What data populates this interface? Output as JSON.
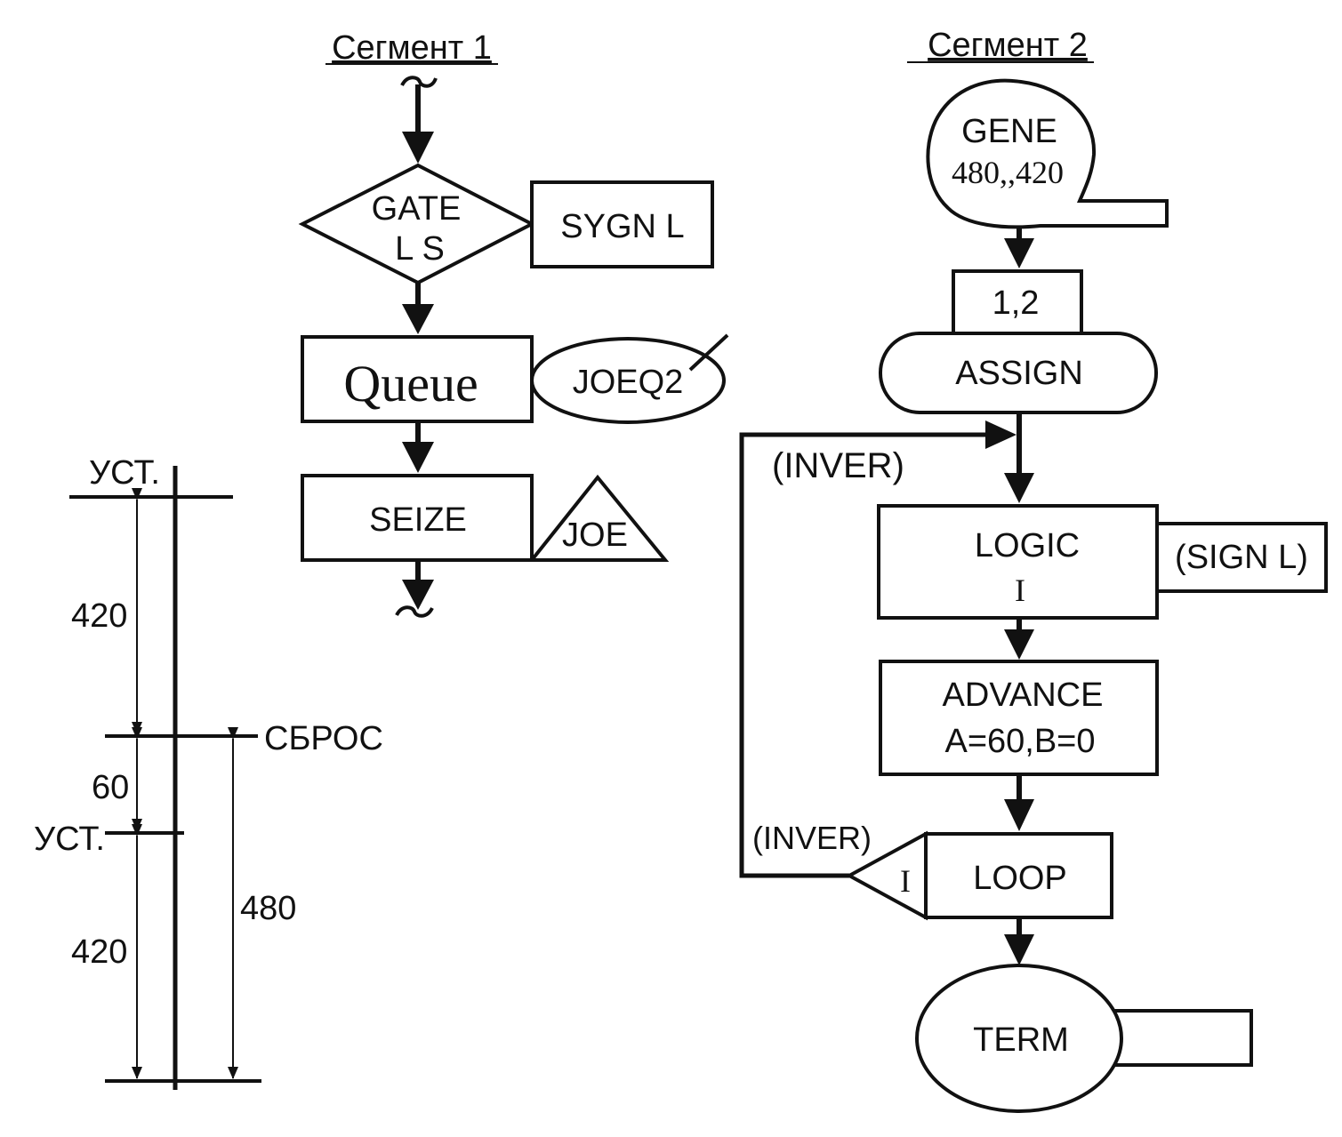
{
  "segment1": {
    "title": "Сегмент 1",
    "gate": {
      "line1": "GATE",
      "line2": "L S"
    },
    "sygn": "SYGN L",
    "queue": "Queue",
    "joeq2": "JOEQ2",
    "seize": "SEIZE",
    "joe": "JOE"
  },
  "segment2": {
    "title": "Сегмент 2",
    "gene": {
      "line1": "GENE",
      "line2": "480,,420"
    },
    "assign_params": "1,2",
    "assign": "ASSIGN",
    "inver_top": "(INVER)",
    "logic": {
      "line1": "LOGIC",
      "line2": "I"
    },
    "sign": "(SIGN L)",
    "advance": {
      "line1": "ADVANCE",
      "line2": "A=60,B=0"
    },
    "inver_bottom": "(INVER)",
    "loop_param": "I",
    "loop": "LOOP",
    "term": "TERM"
  },
  "timeline": {
    "label_set_top": "УСТ.",
    "label_420_top": "420",
    "label_reset": "СБРОС",
    "label_60": "60",
    "label_set_mid": "УСТ.",
    "label_480": "480",
    "label_420_bottom": "420"
  },
  "colors": {
    "ink": "#111111",
    "background": "#ffffff"
  }
}
